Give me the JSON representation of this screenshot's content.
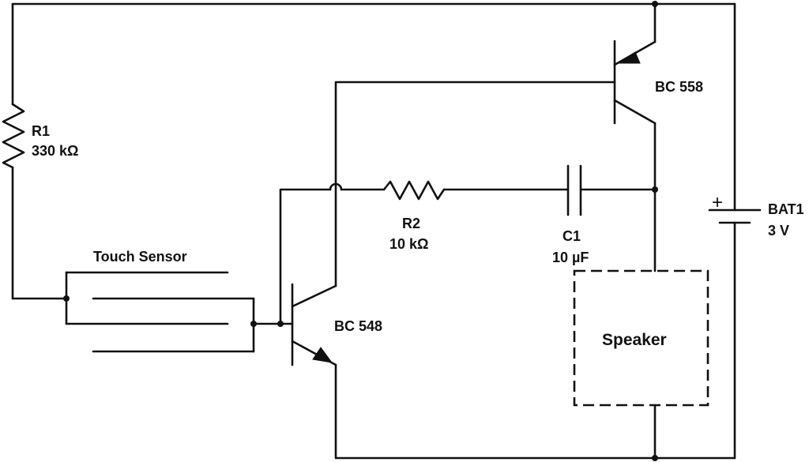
{
  "diagram": {
    "components": {
      "r1": {
        "ref": "R1",
        "value": "330 kΩ"
      },
      "r2": {
        "ref": "R2",
        "value": "10 kΩ"
      },
      "c1": {
        "ref": "C1",
        "value": "10 µF"
      },
      "bat1": {
        "ref": "BAT1",
        "value": "3 V",
        "polarity": "+"
      },
      "q1": {
        "part": "BC 548"
      },
      "q2": {
        "part": "BC 558"
      },
      "sensor": {
        "label": "Touch Sensor"
      },
      "speaker": {
        "label": "Speaker"
      }
    },
    "colors": {
      "ink": "#111111",
      "background": "#ffffff"
    }
  }
}
